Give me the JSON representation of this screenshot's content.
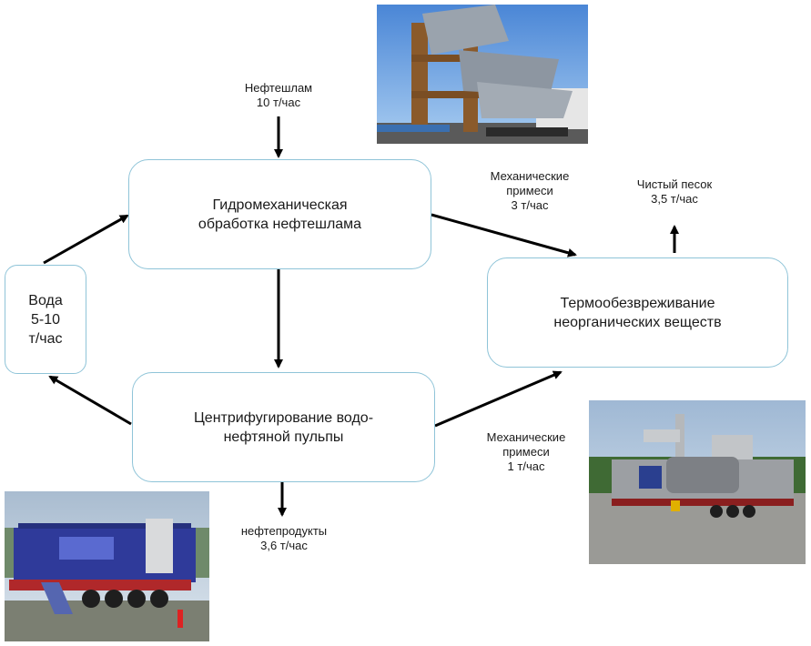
{
  "boxes": {
    "hydromech": [
      "Гидромеханическая",
      "обработка нефтешлама"
    ],
    "centrifuge": [
      "Центрифугирование водо-",
      "нефтяной пульпы"
    ],
    "thermal": [
      "Термообезвреживание",
      "неорганических веществ"
    ],
    "water": [
      "Вода",
      "5-10",
      "т/час"
    ]
  },
  "labels": {
    "input": [
      "Нефтешлам",
      "10 т/час"
    ],
    "mech_top": [
      "Механические",
      "примеси",
      "3 т/час"
    ],
    "mech_bottom": [
      "Механические",
      "примеси",
      "1 т/час"
    ],
    "sand": [
      "Чистый  песок",
      "3,5  т/час"
    ],
    "oil": [
      "нефтепродукты",
      "3,6 т/час"
    ]
  },
  "colors": {
    "box_border": "#8fc4d8",
    "arrow": "#000000"
  }
}
